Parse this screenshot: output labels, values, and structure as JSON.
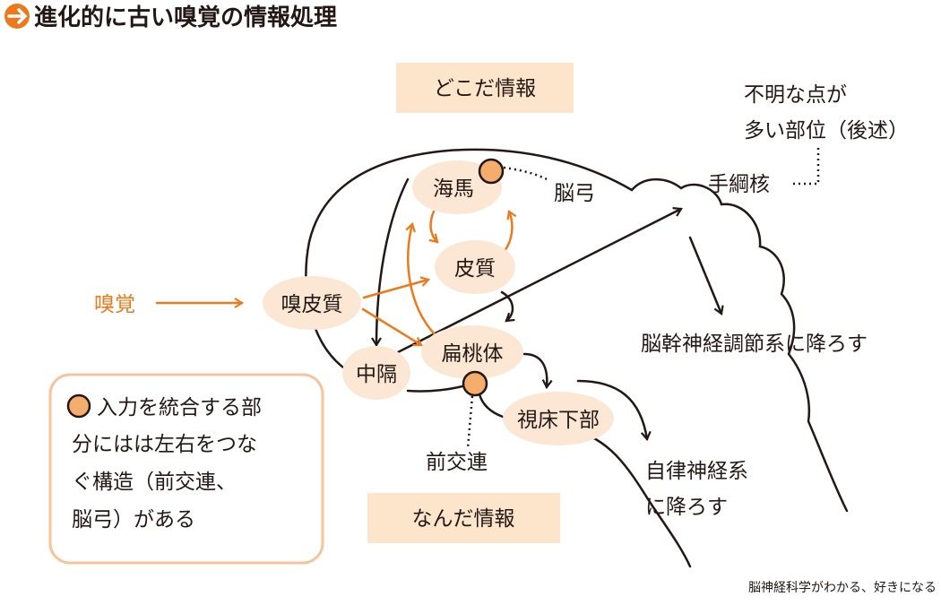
{
  "title": "進化的に古い嗅覚の情報処理",
  "labels": {
    "where_info": "どこだ情報",
    "what_info": "なんだ情報",
    "smell": "嗅覚",
    "fornix": "脳弓",
    "unknown_line1": "不明な点が",
    "unknown_line2": "多い部位（後述）",
    "habenula": "手綱核",
    "brainstem": "脳幹神経調節系に降ろす",
    "autonomic_line1": "自律神経系",
    "autonomic_line2": "に降ろす",
    "anterior_commissure": "前交連"
  },
  "nodes": {
    "hippocampus": "海馬",
    "cortex": "皮質",
    "olfactory_cortex": "嗅皮質",
    "septum": "中隔",
    "amygdala": "扁桃体",
    "hypothalamus": "視床下部"
  },
  "legend": {
    "line1": "入力を統合する部",
    "line2": "分にはは左右をつな",
    "line3": "ぐ構造（前交連、",
    "line4": "脳弓）がある"
  },
  "footer": "脳神経科学がわかる、好きになる",
  "colors": {
    "accent": "#ec7a1c",
    "node": "#fbe7d3",
    "dot": "#f4ad6c",
    "box": "#fde5cb"
  }
}
